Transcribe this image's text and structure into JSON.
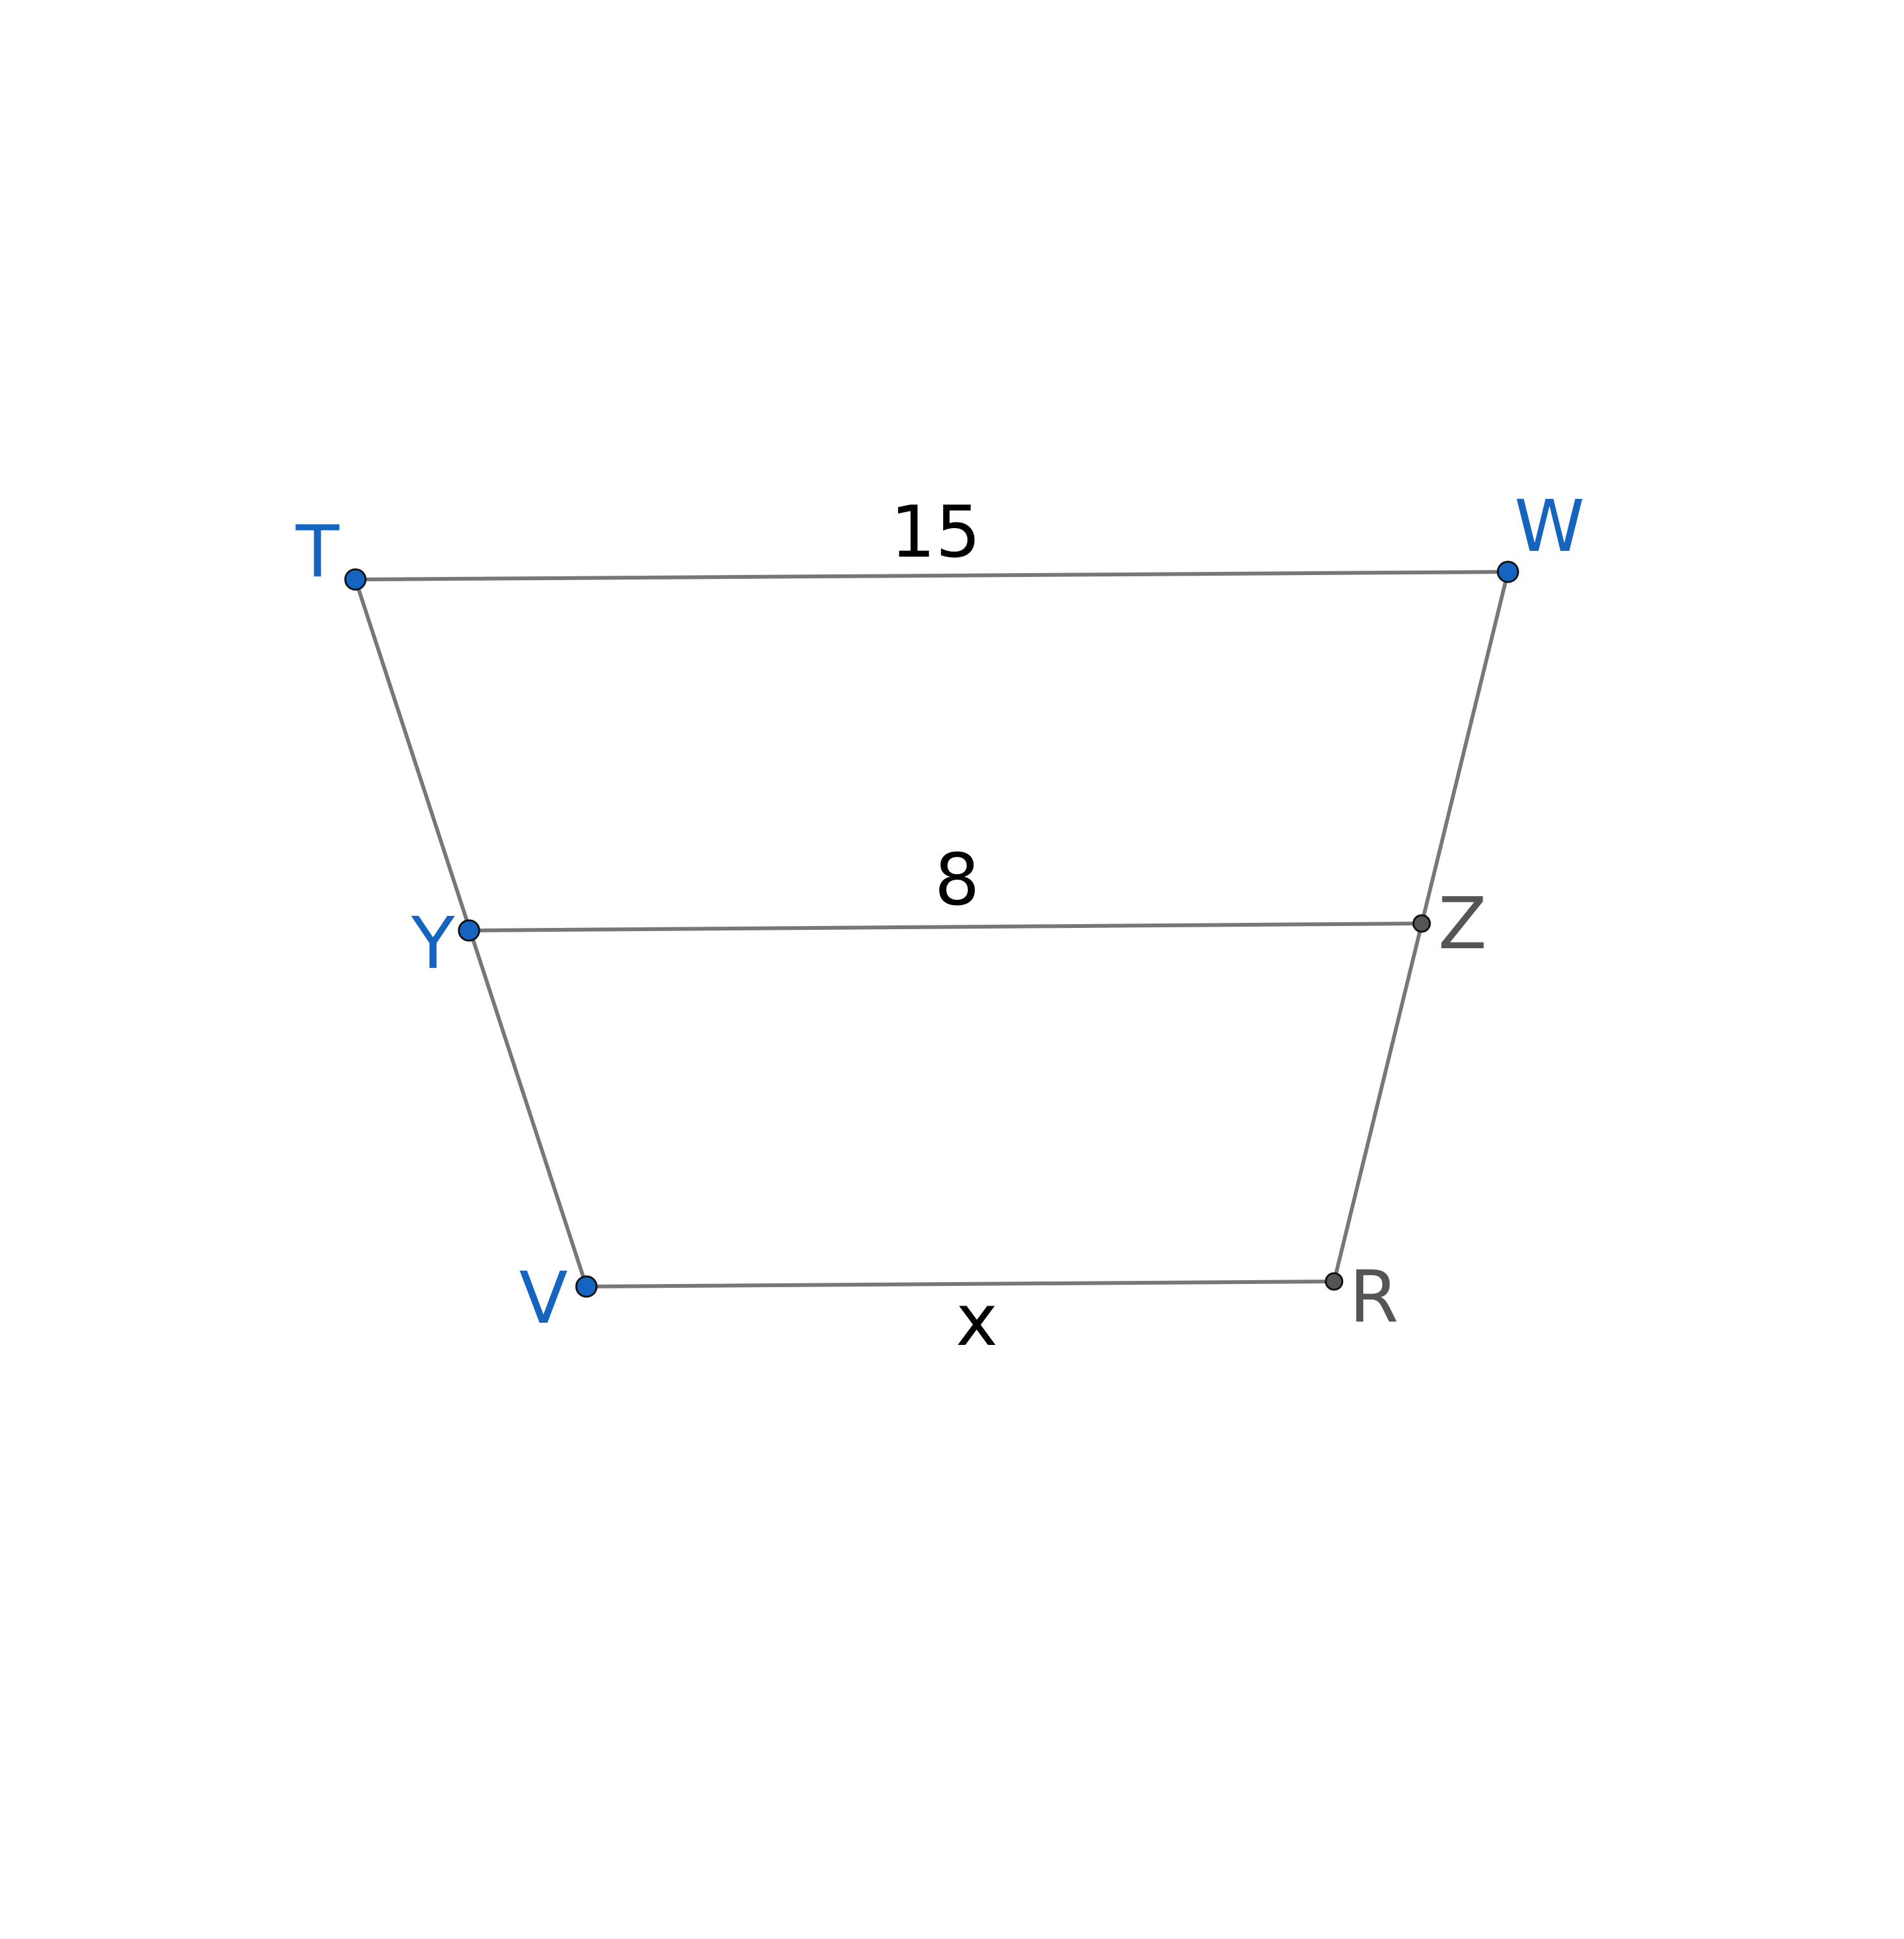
{
  "diagram": {
    "points": {
      "T": {
        "label": "T",
        "color": "#1565c0"
      },
      "W": {
        "label": "W",
        "color": "#1565c0"
      },
      "Y": {
        "label": "Y",
        "color": "#1565c0"
      },
      "Z": {
        "label": "Z",
        "color": "#555555"
      },
      "V": {
        "label": "V",
        "color": "#1565c0"
      },
      "R": {
        "label": "R",
        "color": "#555555"
      }
    },
    "segments": [
      {
        "from": "T",
        "to": "W"
      },
      {
        "from": "Y",
        "to": "Z"
      },
      {
        "from": "V",
        "to": "R"
      },
      {
        "from": "T",
        "to": "V"
      },
      {
        "from": "W",
        "to": "R"
      }
    ],
    "measures": {
      "TW": "15",
      "YZ": "8",
      "VR": "x"
    },
    "colors": {
      "segment": "#777777",
      "free_point": "#1565c0",
      "dependent_point": "#555555"
    }
  }
}
